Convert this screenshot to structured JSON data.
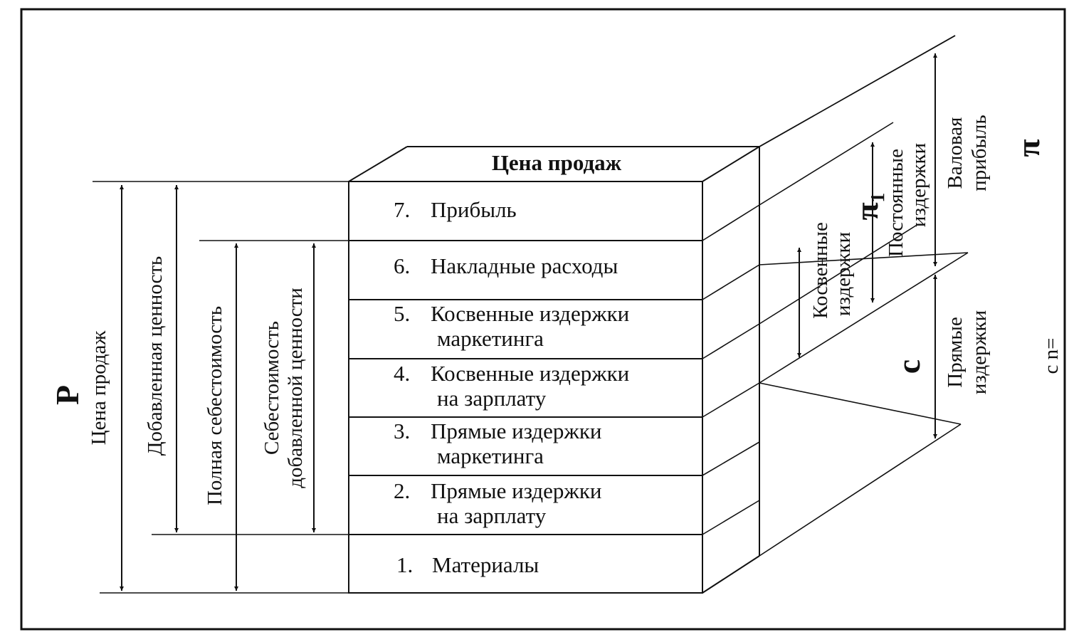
{
  "header": "Цена продаж",
  "rows": [
    {
      "num": "7.",
      "line1": "Прибыль",
      "line2": ""
    },
    {
      "num": "6.",
      "line1": "Накладные расходы",
      "line2": ""
    },
    {
      "num": "5.",
      "line1": "Косвенные издержки",
      "line2": "маркетинга"
    },
    {
      "num": "4.",
      "line1": "Косвенные издержки",
      "line2": "на зарплату"
    },
    {
      "num": "3.",
      "line1": "Прямые издержки",
      "line2": "маркетинга"
    },
    {
      "num": "2.",
      "line1": "Прямые издержки",
      "line2": "на зарплату"
    },
    {
      "num": "1.",
      "line1": "Материалы",
      "line2": ""
    }
  ],
  "left_dimensions": {
    "sales_price": "Цена продаж",
    "value_added": "Добавленная ценность",
    "full_cost": "Полная себестоимость",
    "value_added_cost_line1": "Себестоимость",
    "value_added_cost_line2": "добавленной ценности"
  },
  "right_dimensions": {
    "indirect_line1": "Косвенные",
    "indirect_line2": "издержки",
    "fixed_line1": "Постоянные",
    "fixed_line2": "издержки",
    "gross_line1": "Валовая",
    "gross_line2": "прибыль",
    "direct_line1": "Прямые",
    "direct_line2": "издержки"
  },
  "handwritten": {
    "p": "Р",
    "pi1": "π₁",
    "pi": "π",
    "c": "с",
    "extra": "с n="
  }
}
